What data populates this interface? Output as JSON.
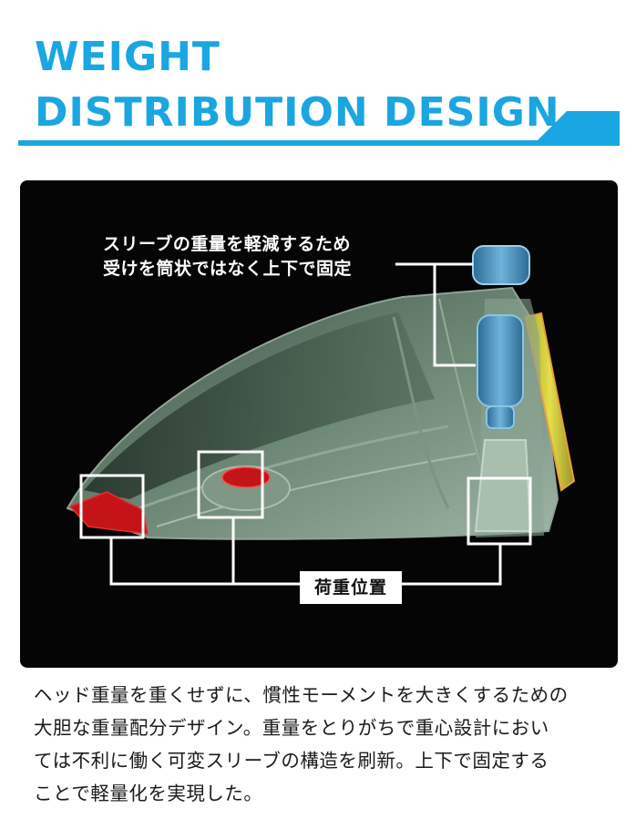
{
  "header": {
    "title_line1": "WEIGHT",
    "title_line2": "DISTRIBUTION DESIGN",
    "accent_color": "#1aa6e0"
  },
  "diagram": {
    "callout_line1": "スリーブの重量を軽減するため",
    "callout_line2": "受けを筒状ではなく上下で固定",
    "load_label": "荷重位置",
    "colors": {
      "head": "#4f6657",
      "sleeve": "#4a8fb8",
      "face_insert": "#d8d23a",
      "weight": "#c4141a",
      "highlight_box": "#ffffff"
    }
  },
  "description": {
    "line1": "ヘッド重量を重くせずに、慣性モーメントを大きくするための",
    "line2": "大胆な重量配分デザイン。重量をとりがちで重心設計におい",
    "line3": "ては不利に働く可変スリーブの構造を刷新。上下で固定する",
    "line4": "ことで軽量化を実現した。"
  }
}
